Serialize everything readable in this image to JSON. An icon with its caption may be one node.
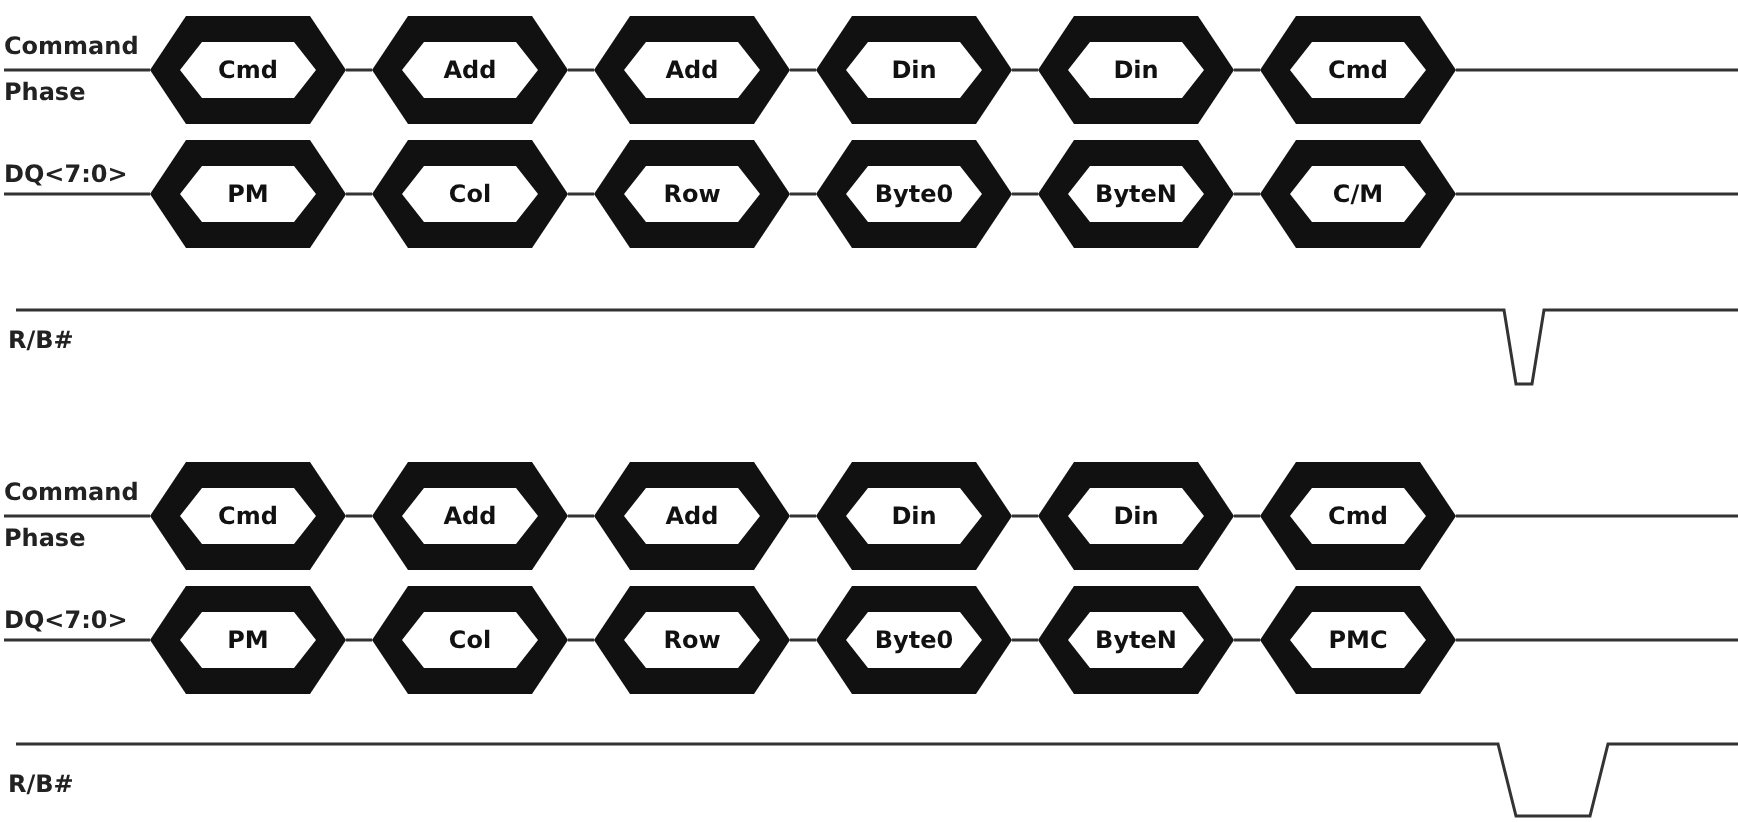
{
  "diagram": {
    "nodes": [
      {
        "text": [
          "Cmd"
        ]
      },
      {
        "text": [
          "Add"
        ]
      },
      {
        "text": [
          "Add"
        ]
      },
      {
        "text": [
          "Din"
        ]
      },
      {
        "text": [
          "Din"
        ]
      },
      {
        "text": [
          "Cmd"
        ]
      },
      {
        "text": [
          "PM"
        ]
      },
      {
        "text": [
          "Col"
        ]
      },
      {
        "text": [
          "Row"
        ]
      },
      {
        "text": [
          "Byte0"
        ]
      },
      {
        "text": [
          "ByteN"
        ]
      },
      {
        "text": [
          "C/M"
        ]
      },
      {
        "text": [
          "Cmd"
        ]
      },
      {
        "text": [
          "Add"
        ]
      },
      {
        "text": [
          "Add"
        ]
      },
      {
        "text": [
          "Din"
        ]
      },
      {
        "text": [
          "Din"
        ]
      },
      {
        "text": [
          "Cmd"
        ]
      },
      {
        "text": [
          "PM"
        ]
      },
      {
        "text": [
          "Col"
        ]
      },
      {
        "text": [
          "Row"
        ]
      },
      {
        "text": [
          "Byte0"
        ]
      },
      {
        "text": [
          "ByteN"
        ]
      },
      {
        "text": [
          "PMC"
        ]
      },
      {
        "text": [
          "Command Phase"
        ]
      },
      {
        "text": [
          "DQ<7:0>"
        ]
      },
      {
        "text": [
          "Command Phase"
        ]
      },
      {
        "text": [
          "DQ<7:0>"
        ]
      }
    ],
    "edges": [
      {
        "from": 24,
        "to": 0,
        "arrow": "none"
      },
      {
        "from": 25,
        "to": 6,
        "arrow": "none"
      },
      {
        "from": 26,
        "to": 12,
        "arrow": "none"
      },
      {
        "from": 27,
        "to": 18,
        "arrow": "none"
      },
      {
        "from": 0,
        "to": 1,
        "arrow": "none"
      },
      {
        "from": 1,
        "to": 2,
        "arrow": "none"
      },
      {
        "from": 2,
        "to": 3,
        "arrow": "none"
      },
      {
        "from": 3,
        "to": 4,
        "arrow": "none"
      },
      {
        "from": 4,
        "to": 5,
        "arrow": "none"
      },
      {
        "from": 6,
        "to": 7,
        "arrow": "none"
      },
      {
        "from": 7,
        "to": 8,
        "arrow": "none"
      },
      {
        "from": 8,
        "to": 9,
        "arrow": "none"
      },
      {
        "from": 9,
        "to": 10,
        "arrow": "none"
      },
      {
        "from": 10,
        "to": 11,
        "arrow": "none"
      },
      {
        "from": 12,
        "to": 13,
        "arrow": "none"
      },
      {
        "from": 13,
        "to": 14,
        "arrow": "none"
      },
      {
        "from": 14,
        "to": 15,
        "arrow": "none"
      },
      {
        "from": 15,
        "to": 16,
        "arrow": "none"
      },
      {
        "from": 16,
        "to": 17,
        "arrow": "none"
      },
      {
        "from": 18,
        "to": 19,
        "arrow": "none"
      },
      {
        "from": 19,
        "to": 20,
        "arrow": "none"
      },
      {
        "from": 20,
        "to": 21,
        "arrow": "none"
      },
      {
        "from": 21,
        "to": 22,
        "arrow": "none"
      },
      {
        "from": 22,
        "to": 23,
        "arrow": "none"
      }
    ],
    "labels": [
      "R/B#",
      "R/B#"
    ]
  }
}
